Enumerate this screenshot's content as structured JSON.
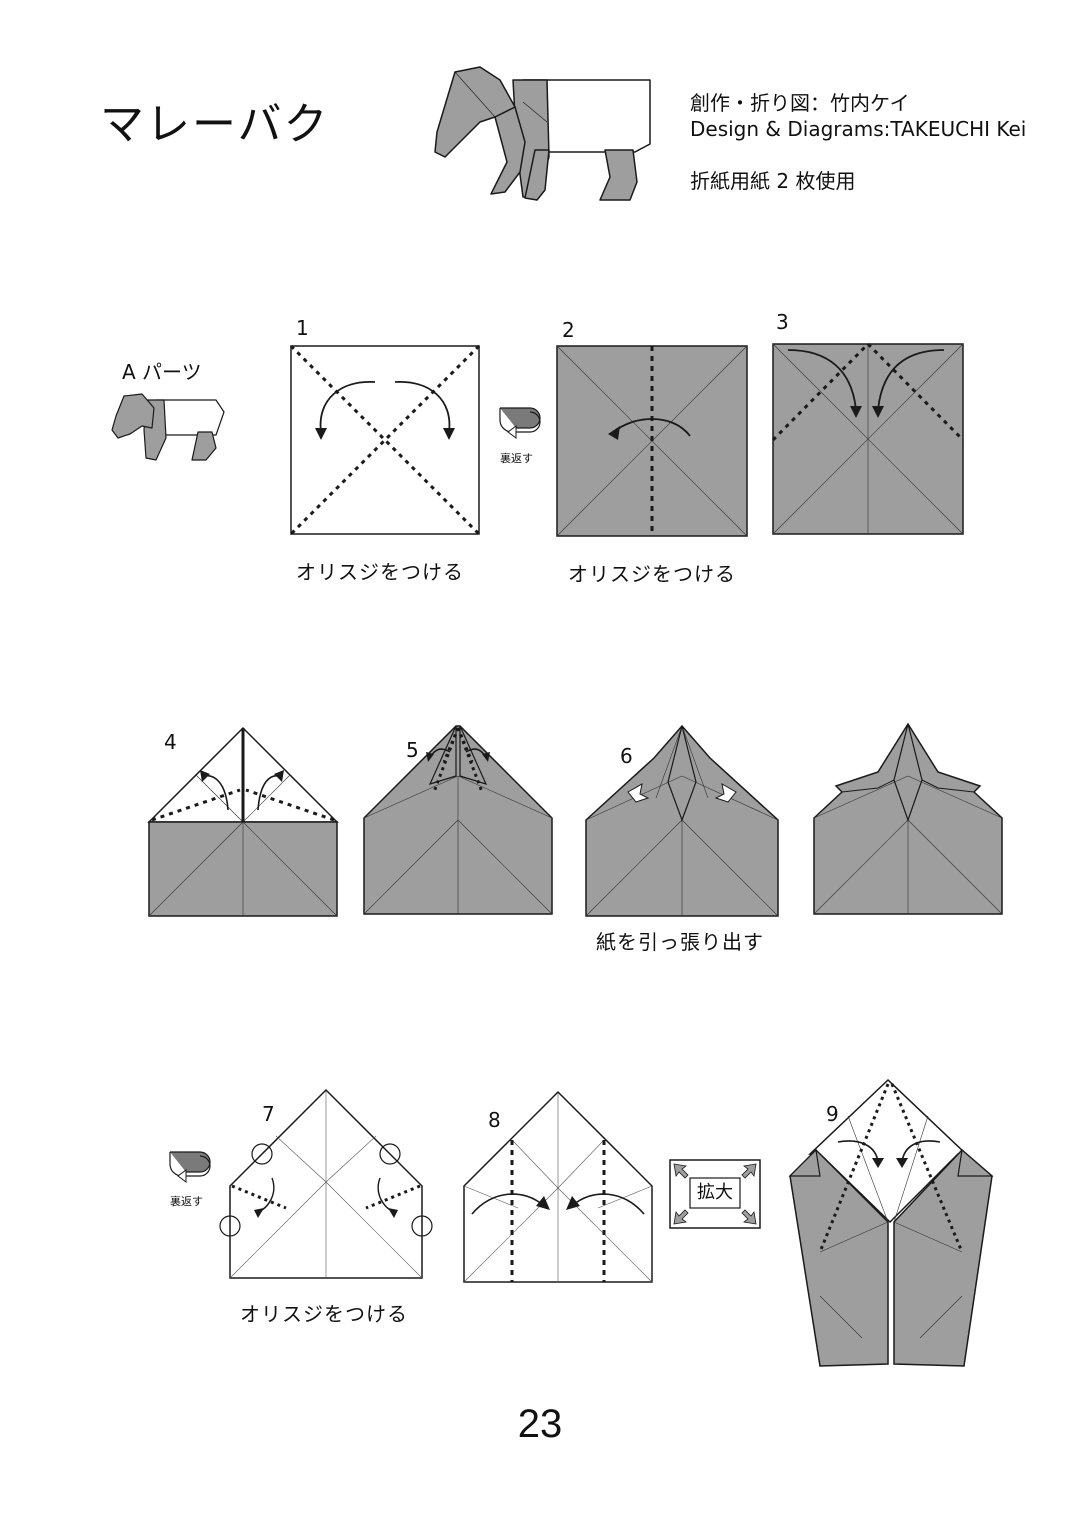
{
  "title": "マレーバク",
  "credit": {
    "line1": "創作・折り図：竹内ケイ",
    "line2": "Design & Diagrams:TAKEUCHI Kei",
    "line3": "折紙用紙 2 枚使用"
  },
  "part_label": "A パーツ",
  "steps": [
    {
      "number": "1",
      "caption": "オリスジをつける"
    },
    {
      "number": "2",
      "caption": "オリスジをつける"
    },
    {
      "number": "3",
      "caption": ""
    },
    {
      "number": "4",
      "caption": ""
    },
    {
      "number": "5",
      "caption": ""
    },
    {
      "number": "6",
      "caption": "紙を引っ張り出す"
    },
    {
      "number": "7",
      "caption": "オリスジをつける"
    },
    {
      "number": "8",
      "caption": ""
    },
    {
      "number": "9",
      "caption": ""
    }
  ],
  "flip_label": "裏返す",
  "enlarge_label": "拡大",
  "page_number": "23",
  "colors": {
    "paper_gray": "#9e9e9e",
    "paper_white": "#ffffff",
    "line": "#1a1a1a"
  }
}
